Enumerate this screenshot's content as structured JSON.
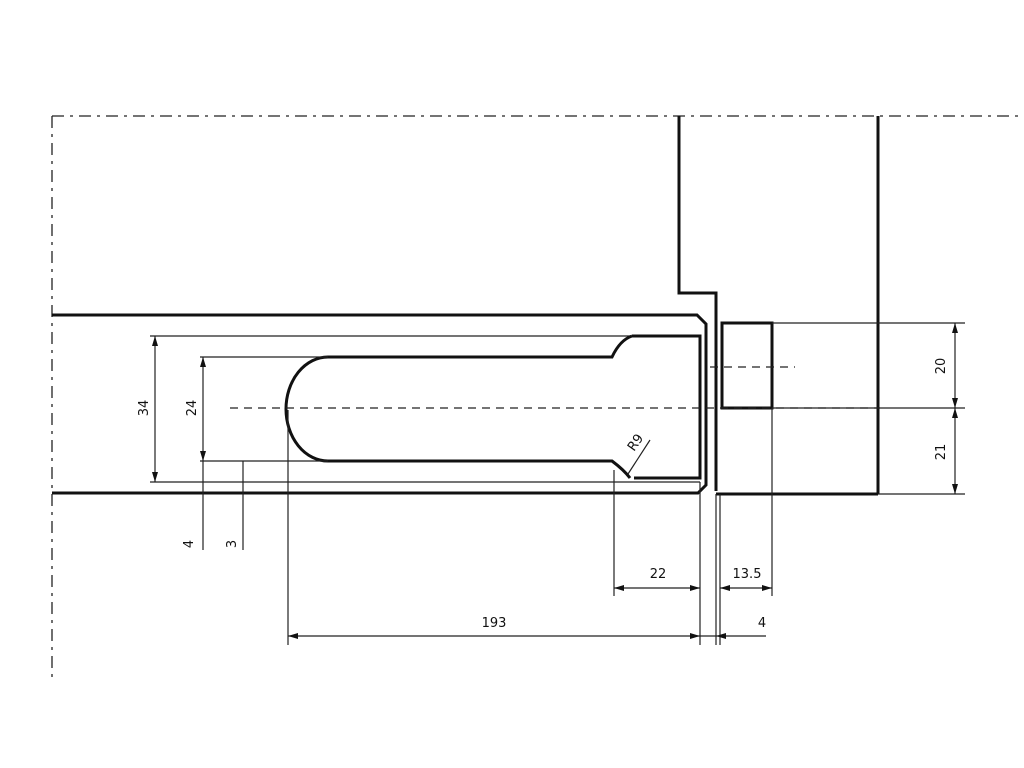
{
  "dimensions": {
    "d20": "20",
    "d21": "21",
    "d34": "34",
    "d24": "24",
    "d4": "4",
    "d3": "3",
    "d22": "22",
    "d13_5": "13.5",
    "d4_bottom": "4",
    "d193": "193",
    "r9": "R9"
  },
  "colors": {
    "line": "#111111",
    "background": "#ffffff"
  }
}
